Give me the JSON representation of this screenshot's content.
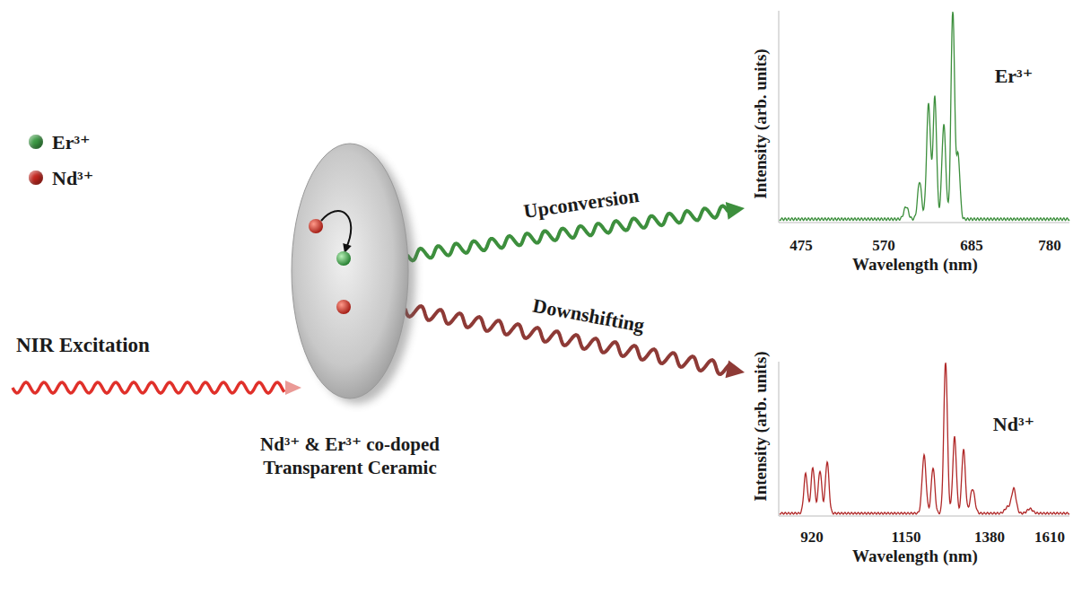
{
  "diagram": {
    "nodes": [
      {
        "text": [
          "Nd³⁺ & Er³⁺ co-doped Transparent Ceramic"
        ]
      },
      {
        "text": [
          "Er³⁺",
          "Intensity (arb. units)",
          "Wavelength (nm)",
          "475",
          "570",
          "685",
          "780"
        ]
      },
      {
        "text": [
          "Nd³⁺",
          "Intensity (arb. units)",
          "Wavelength (nm)",
          "920",
          "1150",
          "1380",
          "1610"
        ]
      }
    ],
    "edges": [
      {
        "from": 0,
        "to": 1,
        "label": "Upconversion",
        "arrow": "to"
      },
      {
        "from": 0,
        "to": 2,
        "label": "Downshifting",
        "arrow": "to"
      }
    ],
    "labels": [
      "NIR Excitation"
    ],
    "legend": [
      {
        "text": "Er³⁺",
        "color": "#3d9b45"
      },
      {
        "text": "Nd³⁺",
        "color": "#c4261e"
      }
    ]
  }
}
